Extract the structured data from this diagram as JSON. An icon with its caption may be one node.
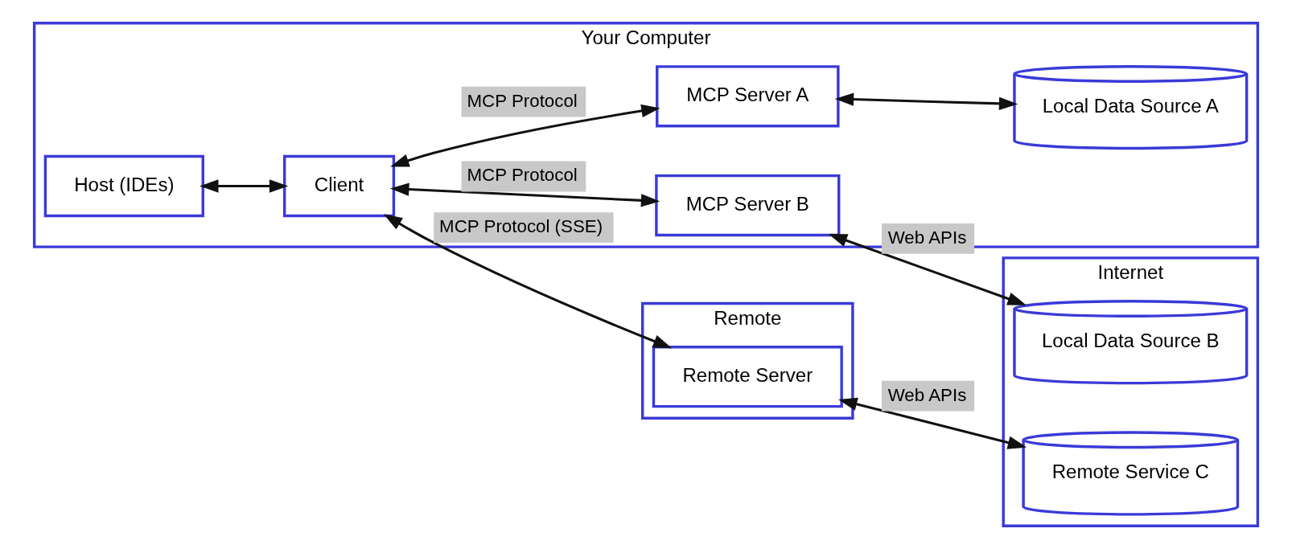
{
  "diagram": {
    "nodes": [
      {
        "text": [
          "Your Computer"
        ]
      },
      {
        "text": [
          "Host (IDEs)"
        ],
        "in": 0
      },
      {
        "text": [
          "Client"
        ],
        "in": 0
      },
      {
        "text": [
          "MCP Server A"
        ],
        "in": 0
      },
      {
        "text": [
          "Local Data Source A"
        ],
        "in": 0
      },
      {
        "text": [
          "MCP Server B"
        ],
        "in": 0
      },
      {
        "text": [
          "Internet"
        ]
      },
      {
        "text": [
          "Local Data Source B"
        ],
        "in": 6
      },
      {
        "text": [
          "Remote Service C"
        ],
        "in": 6
      },
      {
        "text": [
          "Remote"
        ]
      },
      {
        "text": [
          "Remote Server"
        ],
        "in": 9
      }
    ],
    "edges": [
      {
        "from": 1,
        "to": 2,
        "arrow": "both"
      },
      {
        "from": 2,
        "to": 3,
        "arrow": "both",
        "label": "MCP Protocol"
      },
      {
        "from": 3,
        "to": 4,
        "arrow": "both"
      },
      {
        "from": 2,
        "to": 5,
        "arrow": "both",
        "label": "MCP Protocol"
      },
      {
        "from": 5,
        "to": 7,
        "arrow": "both",
        "label": "Web APIs"
      },
      {
        "from": 2,
        "to": 10,
        "arrow": "both",
        "label": "MCP Protocol (SSE)"
      },
      {
        "from": 10,
        "to": 8,
        "arrow": "both",
        "label": "Web APIs"
      }
    ]
  }
}
